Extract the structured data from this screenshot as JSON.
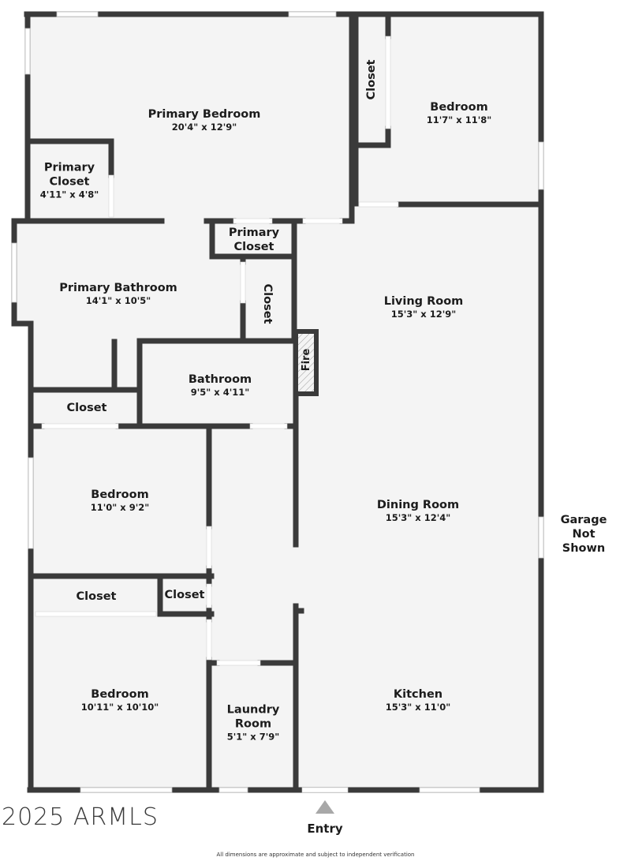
{
  "floorplan": {
    "rooms": [
      {
        "id": "primary-bedroom",
        "name": "Primary Bedroom",
        "dim": "20'4\" x 12'9\""
      },
      {
        "id": "bedroom-ne",
        "name": "Bedroom",
        "dim": "11'7\" x 11'8\""
      },
      {
        "id": "primary-closet-1",
        "name": "Primary Closet",
        "dim": "4'11\" x 4'8\""
      },
      {
        "id": "primary-closet-2",
        "name": "Primary Closet",
        "dim": ""
      },
      {
        "id": "closet-ne",
        "name": "Closet",
        "dim": ""
      },
      {
        "id": "closet-mid",
        "name": "Closet",
        "dim": ""
      },
      {
        "id": "primary-bathroom",
        "name": "Primary Bathroom",
        "dim": "14'1\" x 10'5\""
      },
      {
        "id": "living-room",
        "name": "Living Room",
        "dim": "15'3\" x 12'9\""
      },
      {
        "id": "fireplace",
        "name": "Fire",
        "dim": ""
      },
      {
        "id": "bathroom",
        "name": "Bathroom",
        "dim": "9'5\" x 4'11\""
      },
      {
        "id": "closet-w",
        "name": "Closet",
        "dim": ""
      },
      {
        "id": "bedroom-mid",
        "name": "Bedroom",
        "dim": "11'0\" x 9'2\""
      },
      {
        "id": "dining-room",
        "name": "Dining Room",
        "dim": "15'3\" x 12'4\""
      },
      {
        "id": "closet-sw-1",
        "name": "Closet",
        "dim": ""
      },
      {
        "id": "closet-sw-2",
        "name": "Closet",
        "dim": ""
      },
      {
        "id": "bedroom-sw",
        "name": "Bedroom",
        "dim": "10'11\" x 10'10\""
      },
      {
        "id": "laundry-room",
        "name": "Laundry Room",
        "dim": "5'1\" x 7'9\""
      },
      {
        "id": "kitchen",
        "name": "Kitchen",
        "dim": "15'3\" x 11'0\""
      }
    ],
    "primary_closet_1_line1": "Primary",
    "primary_closet_1_line2": "Closet",
    "primary_closet_2_line1": "Primary",
    "primary_closet_2_line2": "Closet",
    "laundry_line1": "Laundry",
    "laundry_line2": "Room",
    "garage_line1": "Garage Not",
    "garage_line2": "Shown",
    "entry_label": "Entry",
    "watermark": "2025 ARMLS",
    "disclaimer": "All dimensions are approximate and subject to independent verification",
    "colors": {
      "wall": "#3a3a3a",
      "floor": "#f4f4f4",
      "window": "#ffffff",
      "entry_arrow": "#a8a8a8"
    }
  }
}
